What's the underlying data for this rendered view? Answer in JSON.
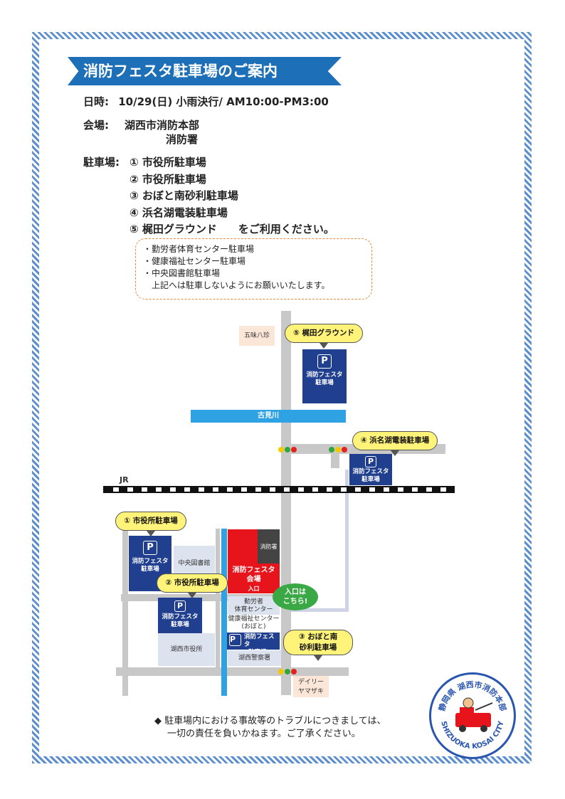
{
  "title": "消防フェスタ駐車場のご案内",
  "info": {
    "date_label": "日時:",
    "date_value": "10/29(日) 小雨決行/ AM10:00-PM3:00",
    "venue_label": "会場:",
    "venue_line1": "湖西市消防本部",
    "venue_line2": "消防署",
    "parking_label": "駐車場:",
    "parking": [
      "① 市役所駐車場",
      "② 市役所駐車場",
      "③ おぼと南砂利駐車場",
      "④ 浜名湖電装駐車場",
      "⑤ 梶田グラウンド　　をご利用ください。"
    ]
  },
  "note": [
    "・勤労者体育センター駐車場",
    "・健康福祉センター駐車場",
    "・中央図書館駐車場",
    "　上記へは駐車しないようにお願いいたします。"
  ],
  "map": {
    "goshuhachi": "五味八珍",
    "river": "古見川",
    "jr": "JR",
    "callout5": "⑤ 梶田グラウンド",
    "callout4": "④ 浜名湖電装駐車場",
    "callout1": "① 市役所駐車場",
    "callout2": "② 市役所駐車場",
    "callout3_l1": "③ おぼと南",
    "callout3_l2": "砂利駐車場",
    "p_icon": "P",
    "parking_l1": "消防フェスタ",
    "parking_l2": "駐車場",
    "library": "中央図書館",
    "fire_station": "消防署",
    "venue_l1": "消防フェスタ",
    "venue_l2": "会場",
    "entrance": "入口",
    "entrance_bubble_l1": "入口は",
    "entrance_bubble_l2": "こちら!",
    "gym_l1": "勤労者",
    "gym_l2": "体育センター",
    "welfare_l1": "健康福祉センター",
    "welfare_l2": "(おぼと)",
    "city_hall": "湖西市役所",
    "police": "湖西警察署",
    "daily_l1": "デイリー",
    "daily_l2": "ヤマザキ"
  },
  "footer": {
    "marker": "◆",
    "line1": "駐車場内における事故等のトラブルにつきましては、",
    "line2": "一切の責任を負いかねます。ご了承ください。"
  },
  "seal": {
    "top": "静岡県 湖西市消防本部",
    "bottom": "SHIZUOKA KOSAI CITY"
  },
  "colors": {
    "accent": "#1d6fb8",
    "parking": "#213f8f",
    "venue": "#e8141c",
    "callout": "#fff37a",
    "entrance": "#3aa845"
  }
}
